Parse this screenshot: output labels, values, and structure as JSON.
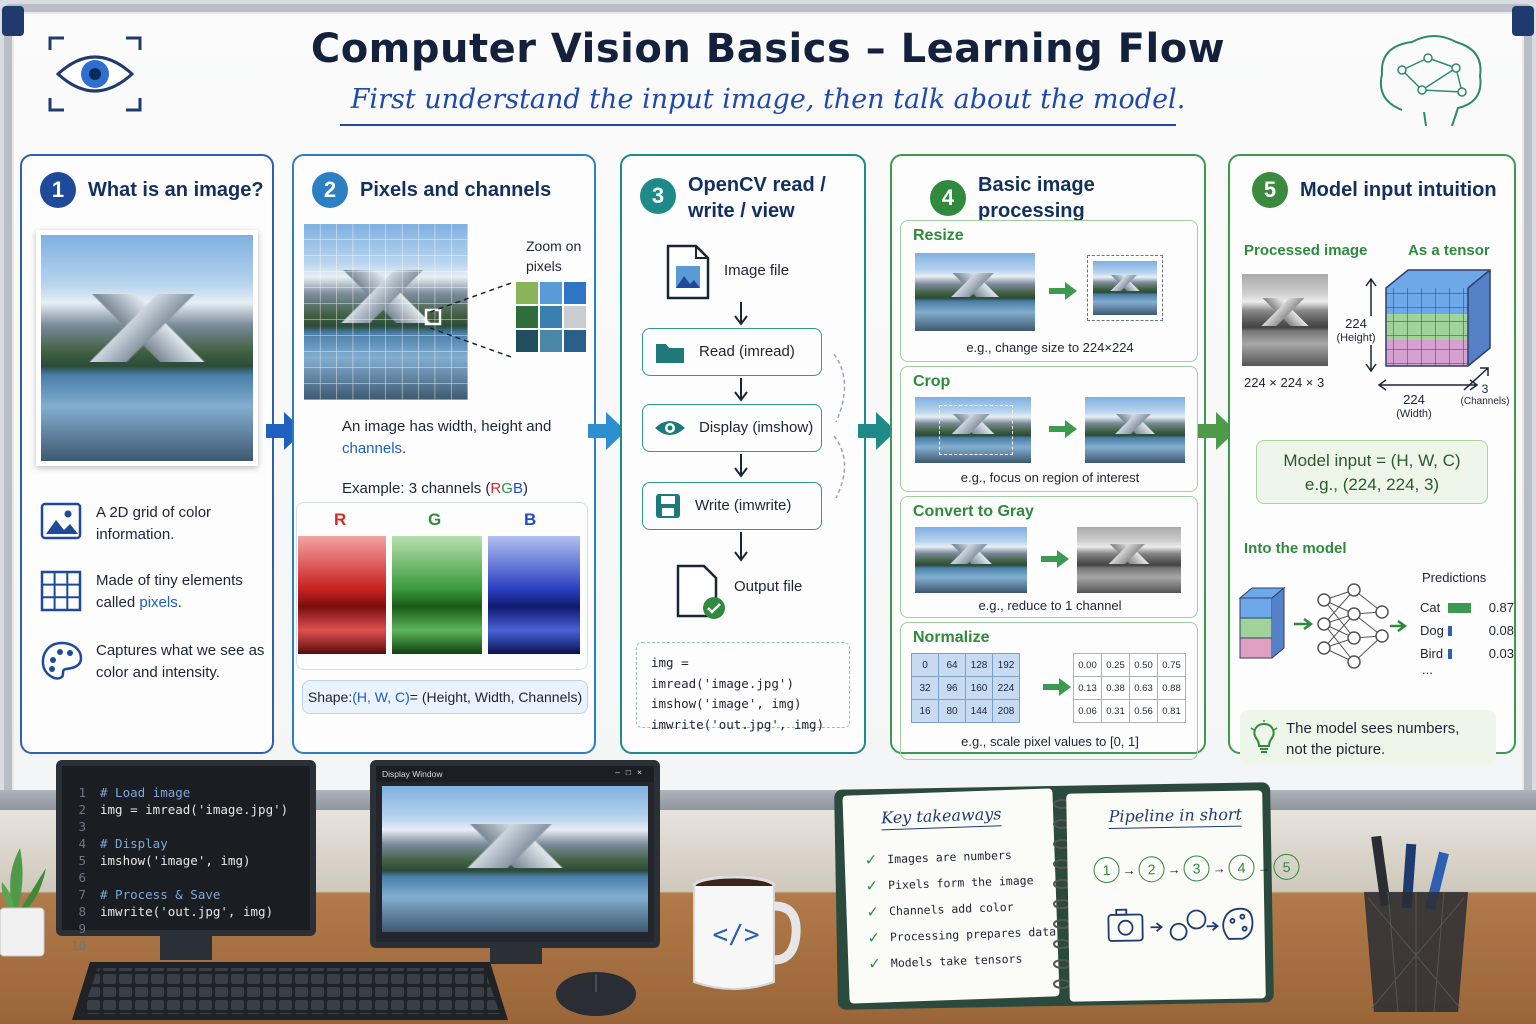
{
  "header": {
    "title": "Computer Vision Basics – Learning Flow",
    "subtitle": "First understand the input image, then talk about the model."
  },
  "panel1": {
    "number": "1",
    "title": "What is an image?",
    "items": [
      {
        "text": "A 2D grid of color information.",
        "icon": "image-icon"
      },
      {
        "prefix": "Made of tiny elements called ",
        "highlight": "pixels",
        "suffix": ".",
        "icon": "grid-icon"
      },
      {
        "text": "Captures what we see as color and intensity.",
        "icon": "palette-icon"
      }
    ]
  },
  "panel2": {
    "number": "2",
    "title": "Pixels and channels",
    "zoom_label": "Zoom on pixels",
    "desc_prefix": "An image has width, height and ",
    "desc_highlight": "channels",
    "desc_suffix": ".",
    "example": "Example: 3 channels (",
    "example_r": "R",
    "example_g": "G",
    "example_b": "B",
    "example_end": ")",
    "channels": [
      "R",
      "G",
      "B"
    ],
    "shape_prefix": "Shape: ",
    "shape_highlight": "(H, W, C)",
    "shape_suffix": " = (Height, Width, Channels)"
  },
  "panel3": {
    "number": "3",
    "title_line1": "OpenCV read /",
    "title_line2": "write / view",
    "image_file": "Image file",
    "read": "Read (imread)",
    "display": "Display (imshow)",
    "write": "Write (imwrite)",
    "output_file": "Output file",
    "code": [
      "img = imread('image.jpg')",
      "imshow('image', img)",
      "imwrite('out.jpg', img)"
    ]
  },
  "panel4": {
    "number": "4",
    "title": "Basic image processing",
    "resize": {
      "label": "Resize",
      "caption": "e.g., change size to 224×224"
    },
    "crop": {
      "label": "Crop",
      "caption": "e.g., focus on region of interest"
    },
    "gray": {
      "label": "Convert to Gray",
      "caption": "e.g., reduce to 1 channel"
    },
    "normalize": {
      "label": "Normalize",
      "caption": "e.g., scale pixel values to [0, 1]",
      "raw": [
        [
          "0",
          "64",
          "128",
          "192"
        ],
        [
          "32",
          "96",
          "160",
          "224"
        ],
        [
          "16",
          "80",
          "144",
          "208"
        ]
      ],
      "scaled": [
        [
          "0.00",
          "0.25",
          "0.50",
          "0.75"
        ],
        [
          "0.13",
          "0.38",
          "0.63",
          "0.88"
        ],
        [
          "0.06",
          "0.31",
          "0.56",
          "0.81"
        ]
      ]
    }
  },
  "panel5": {
    "number": "5",
    "title": "Model input intuition",
    "processed_label": "Processed image",
    "tensor_label": "As a tensor",
    "dims": "224 × 224 × 3",
    "height_val": "224",
    "height_lbl": "(Height)",
    "width_val": "224",
    "width_lbl": "(Width)",
    "channels_val": "3",
    "channels_lbl": "(Channels)",
    "model_input_line1": "Model input = (H, W, C)",
    "model_input_line2": "e.g., (224, 224, 3)",
    "into_model": "Into the model",
    "predictions_label": "Predictions",
    "predictions": [
      {
        "label": "Cat",
        "value": "0.87",
        "score": 0.87
      },
      {
        "label": "Dog",
        "value": "0.08",
        "score": 0.08
      },
      {
        "label": "Bird",
        "value": "0.03",
        "score": 0.03
      }
    ],
    "more": "...",
    "tip_line1": "The model sees numbers,",
    "tip_line2": "not the picture."
  },
  "desk": {
    "editor_lines": [
      {
        "n": "1",
        "code": "# Load image",
        "comment": true
      },
      {
        "n": "2",
        "code": "img = imread('image.jpg')",
        "comment": false
      },
      {
        "n": "3",
        "code": "",
        "comment": false
      },
      {
        "n": "4",
        "code": "# Display",
        "comment": true
      },
      {
        "n": "5",
        "code": "imshow('image', img)",
        "comment": false
      },
      {
        "n": "6",
        "code": "",
        "comment": false
      },
      {
        "n": "7",
        "code": "# Process & Save",
        "comment": true
      },
      {
        "n": "8",
        "code": "imwrite('out.jpg', img)",
        "comment": false
      },
      {
        "n": "9",
        "code": "",
        "comment": false
      },
      {
        "n": "10",
        "code": "",
        "comment": false
      }
    ],
    "display_window_title": "Display Window",
    "mug_symbol": "</>",
    "notebook": {
      "left_title": "Key takeaways",
      "takeaways": [
        "Images are numbers",
        "Pixels form the image",
        "Channels add color",
        "Processing prepares data",
        "Models take tensors"
      ],
      "right_title": "Pipeline in short",
      "pipeline": [
        "1",
        "2",
        "3",
        "4",
        "5"
      ]
    }
  }
}
